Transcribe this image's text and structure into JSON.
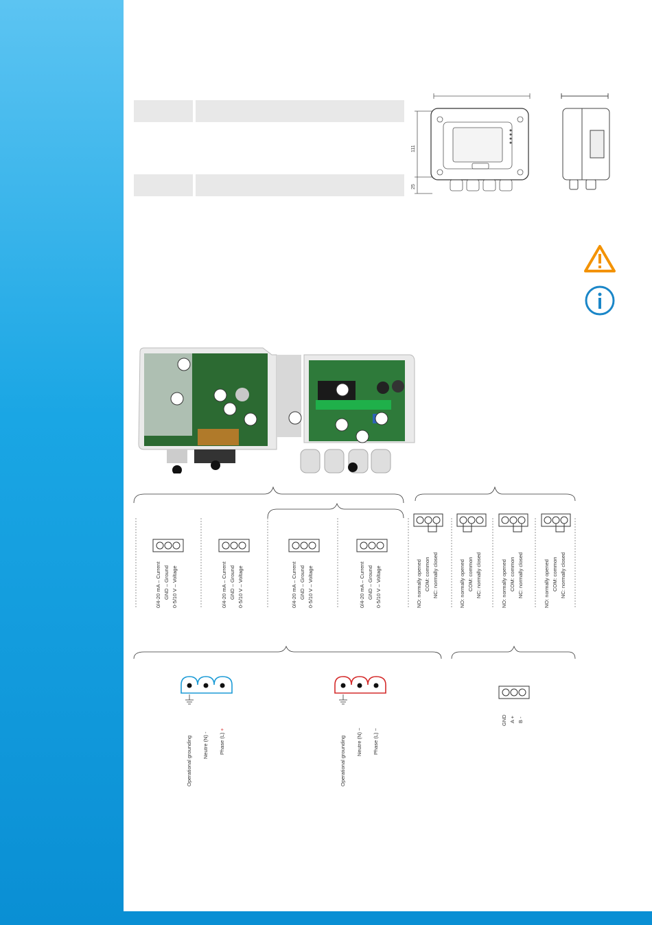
{
  "dimensions": {
    "height_main": "111",
    "height_gland": "25"
  },
  "colors": {
    "sidebar": "#1aa6e4",
    "warning": "#f39200",
    "info": "#1a86c8",
    "power_blue": "#1a9ad6",
    "power_red": "#d42a2a"
  },
  "icons": {
    "warning": "warning-triangle-icon",
    "info": "info-circle-icon"
  },
  "analog_outputs": [
    {
      "labels": [
        "0/4-20 mA – Current",
        "GND – Ground",
        "0-5/10 V – Voltage"
      ]
    },
    {
      "labels": [
        "0/4-20 mA – Current",
        "GND – Ground",
        "0-5/10 V – Voltage"
      ]
    },
    {
      "labels": [
        "0/4-20 mA – Current",
        "GND – Ground",
        "0-5/10 V – Voltage"
      ]
    },
    {
      "labels": [
        "0/4-20 mA – Current",
        "GND – Ground",
        "0-5/10 V – Voltage"
      ]
    }
  ],
  "relays": [
    {
      "labels": [
        "NO: normally opened",
        "COM: common",
        "NC: normally closed"
      ]
    },
    {
      "labels": [
        "NO: normally opened",
        "COM: common",
        "NC: normally closed"
      ]
    },
    {
      "labels": [
        "NO: normally opened",
        "COM: common",
        "NC: normally closed"
      ]
    },
    {
      "labels": [
        "NO: normally opened",
        "COM: common",
        "NC: normally closed"
      ]
    }
  ],
  "power_dc": {
    "labels": [
      "Operational grounding",
      "Neutre (N) -",
      "Phase (L)"
    ],
    "plus": "+"
  },
  "power_ac": {
    "labels": [
      "Operational grounding",
      "Neutre (N) ~",
      "Phase (L) ~"
    ]
  },
  "modbus": {
    "labels": [
      "GND",
      "A +",
      "B -"
    ]
  }
}
